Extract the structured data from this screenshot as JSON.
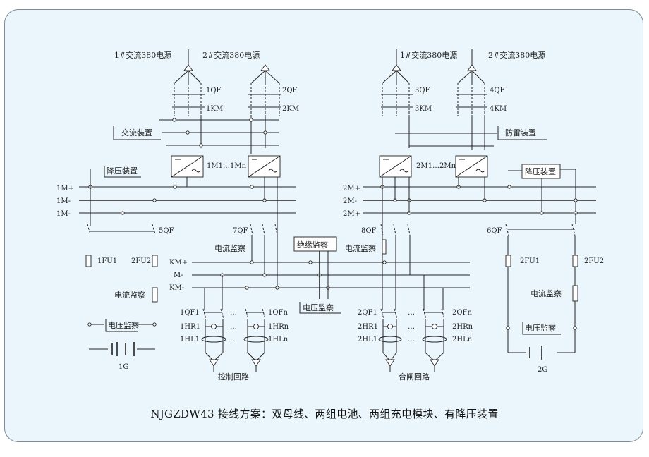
{
  "caption": "NJGZDW43 接线方案：双母线、两组电池、两组充电模块、有降压装置",
  "sources": {
    "left_1": "1#交流380电源",
    "left_2": "2#交流380电源",
    "right_1": "1#交流380电源",
    "right_2": "2#交流380电源"
  },
  "breakers": {
    "qf1": "1QF",
    "km1": "1KM",
    "qf2": "2QF",
    "km2": "2KM",
    "qf3": "3QF",
    "km3": "3KM",
    "qf4": "4QF",
    "km4": "4KM",
    "qf5": "5QF",
    "qf6": "6QF",
    "qf7": "7QF",
    "qf8": "8QF"
  },
  "devices": {
    "left_switch": "交流装置",
    "right_switch": "防雷装置",
    "left_step_down": "降压装置",
    "right_step_down": "降压装置",
    "insulation_monitor": "绝缘监察",
    "voltage_monitor_center": "电压监察",
    "current_monitor_left": "电流监察",
    "current_monitor_mid": "电流监察",
    "current_monitor_right": "电流监察",
    "current_monitor_right2": "电流监察",
    "voltage_monitor_left": "电压监察",
    "voltage_monitor_right": "电压监察"
  },
  "modules": {
    "left": "1M1…1Mn",
    "right": "2M1…2Mn"
  },
  "buses": {
    "left": [
      "1M+",
      "1M-",
      "1M-"
    ],
    "right": [
      "2M+",
      "2M-",
      "2M+"
    ],
    "center": [
      "KM+",
      "M-",
      "KM-"
    ]
  },
  "fuses": {
    "fu1": "1FU1",
    "fu2": "2FU2",
    "fu3": "2FU1",
    "fu4": "2FU2"
  },
  "batteries": {
    "left": "1G",
    "right": "2G"
  },
  "branches": {
    "left": {
      "qf_first": "1QF1",
      "qf_last": "1QFn",
      "hr_first": "1HR1",
      "hr_last": "1HRn",
      "hl_first": "1HL1",
      "hl_last": "1HLn",
      "title": "控制回路",
      "ellipsis": "…"
    },
    "right": {
      "qf_first": "2QF1",
      "qf_last": "2QFn",
      "hr_first": "2HR1",
      "hr_last": "2HRn",
      "hl_first": "2HL1",
      "hl_last": "2HLn",
      "title": "合闸回路",
      "ellipsis": "…"
    }
  }
}
